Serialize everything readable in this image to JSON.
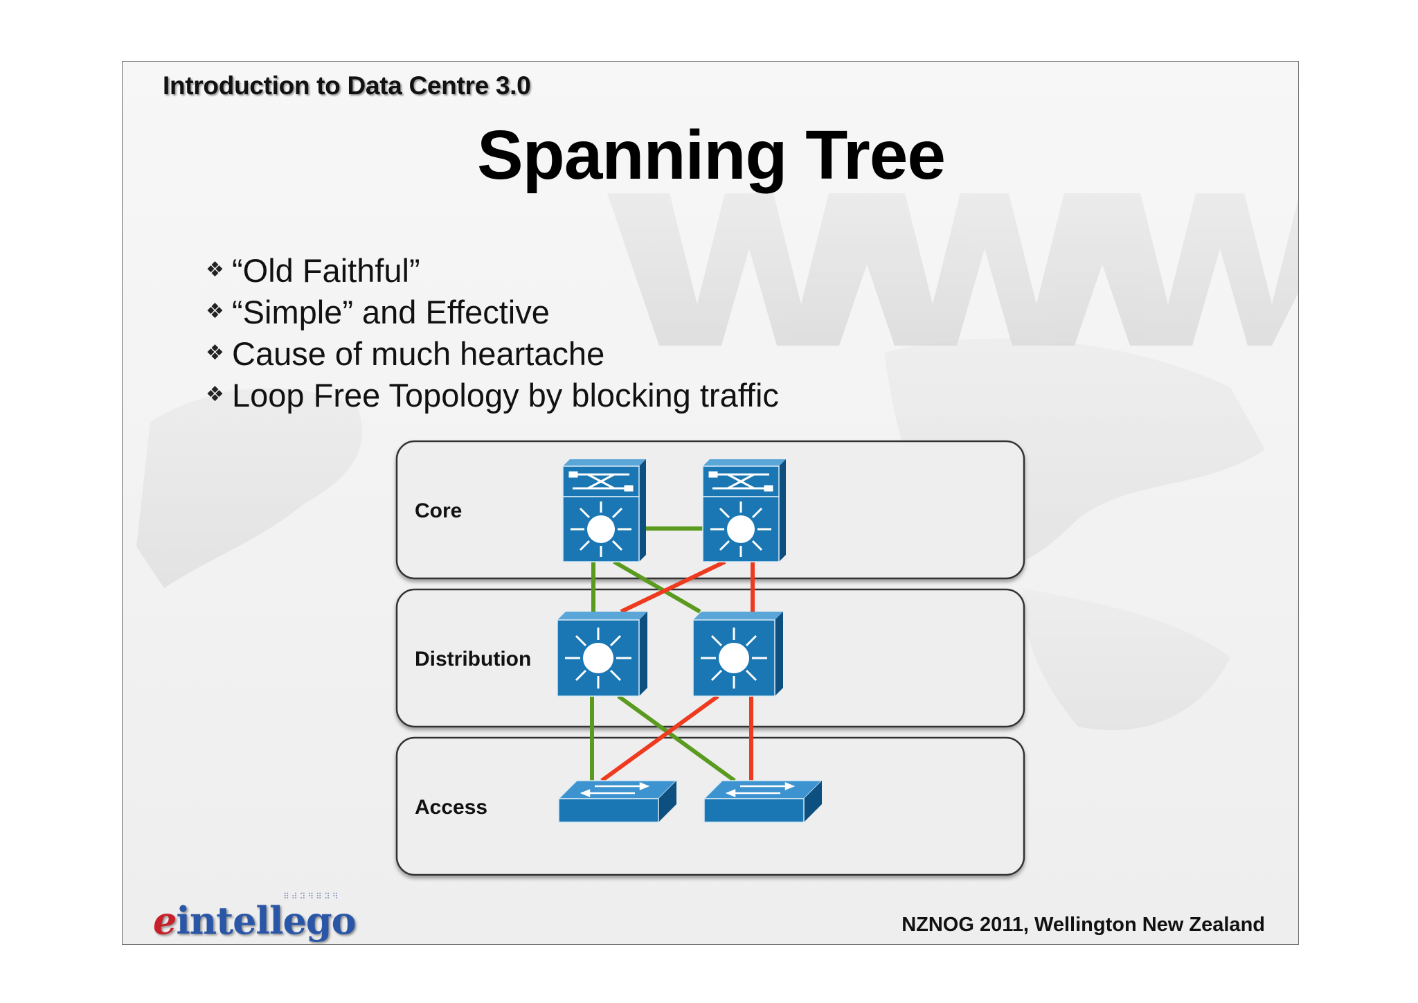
{
  "slide": {
    "header": "Introduction to Data Centre 3.0",
    "title": "Spanning Tree",
    "bullets": [
      "“Old Faithful”",
      "“Simple” and Effective",
      "Cause of much heartache",
      "Loop Free Topology by blocking traffic"
    ],
    "bullet_marker": "❖",
    "footer": "NZNOG 2011, Wellington New Zealand",
    "logo": {
      "e": "e",
      "rest": "intellego"
    },
    "background_text": "WWW"
  },
  "diagram": {
    "layers": [
      {
        "id": "core",
        "label": "Core"
      },
      {
        "id": "distribution",
        "label": "Distribution"
      },
      {
        "id": "access",
        "label": "Access"
      }
    ],
    "nodes": [
      {
        "id": "core-1",
        "layer": "core",
        "kind": "multilayer-switch"
      },
      {
        "id": "core-2",
        "layer": "core",
        "kind": "multilayer-switch"
      },
      {
        "id": "dist-1",
        "layer": "distribution",
        "kind": "layer3-switch"
      },
      {
        "id": "dist-2",
        "layer": "distribution",
        "kind": "layer3-switch"
      },
      {
        "id": "access-1",
        "layer": "access",
        "kind": "layer2-switch"
      },
      {
        "id": "access-2",
        "layer": "access",
        "kind": "layer2-switch"
      }
    ],
    "links": [
      {
        "from": "core-1",
        "to": "core-2",
        "state": "forwarding"
      },
      {
        "from": "core-1",
        "to": "dist-1",
        "state": "forwarding"
      },
      {
        "from": "core-1",
        "to": "dist-2",
        "state": "forwarding"
      },
      {
        "from": "core-2",
        "to": "dist-1",
        "state": "blocking"
      },
      {
        "from": "core-2",
        "to": "dist-2",
        "state": "blocking"
      },
      {
        "from": "dist-1",
        "to": "access-1",
        "state": "forwarding"
      },
      {
        "from": "dist-1",
        "to": "access-2",
        "state": "forwarding"
      },
      {
        "from": "dist-2",
        "to": "access-1",
        "state": "blocking"
      },
      {
        "from": "dist-2",
        "to": "access-2",
        "state": "blocking"
      }
    ],
    "colors": {
      "forwarding": "#5a9a1e",
      "blocking": "#ee3a1e",
      "device": "#1a77b3",
      "device_dark": "#0d4f7e",
      "panel_fill": "#eeeeee",
      "panel_border": "#333333"
    }
  }
}
